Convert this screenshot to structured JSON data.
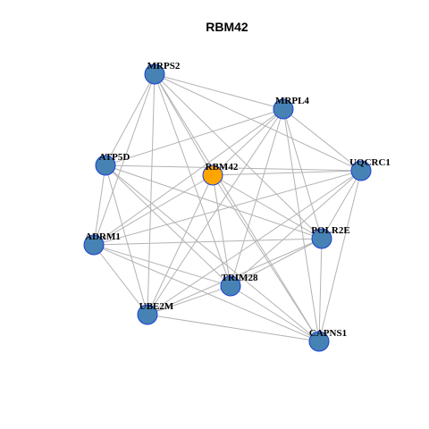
{
  "title": "RBM42",
  "colors": {
    "node_default": "#4682b4",
    "node_highlight": "#ffa500",
    "node_border": "#1a3fd6",
    "edge": "#b3b3b3"
  },
  "nodes": [
    {
      "id": "MRPS2",
      "label": "MRPS2",
      "highlight": false
    },
    {
      "id": "MRPL4",
      "label": "MRPL4",
      "highlight": false
    },
    {
      "id": "ATP5D",
      "label": "ATP5D",
      "highlight": false
    },
    {
      "id": "RBM42",
      "label": "RBM42",
      "highlight": true
    },
    {
      "id": "UQCRC1",
      "label": "UQCRC1",
      "highlight": false
    },
    {
      "id": "ADRM1",
      "label": "ADRM1",
      "highlight": false
    },
    {
      "id": "POLR2E",
      "label": "POLR2E",
      "highlight": false
    },
    {
      "id": "TRIM28",
      "label": "TRIM28",
      "highlight": false
    },
    {
      "id": "UBE2M",
      "label": "UBE2M",
      "highlight": false
    },
    {
      "id": "CAPNS1",
      "label": "CAPNS1",
      "highlight": false
    }
  ],
  "edges": [
    [
      "MRPS2",
      "MRPL4"
    ],
    [
      "MRPS2",
      "ATP5D"
    ],
    [
      "MRPS2",
      "ADRM1"
    ],
    [
      "MRPS2",
      "UBE2M"
    ],
    [
      "MRPS2",
      "TRIM28"
    ],
    [
      "MRPS2",
      "POLR2E"
    ],
    [
      "MRPS2",
      "UQCRC1"
    ],
    [
      "MRPS2",
      "CAPNS1"
    ],
    [
      "MRPS2",
      "RBM42"
    ],
    [
      "MRPL4",
      "ATP5D"
    ],
    [
      "MRPL4",
      "UQCRC1"
    ],
    [
      "MRPL4",
      "ADRM1"
    ],
    [
      "MRPL4",
      "UBE2M"
    ],
    [
      "MRPL4",
      "TRIM28"
    ],
    [
      "MRPL4",
      "POLR2E"
    ],
    [
      "MRPL4",
      "CAPNS1"
    ],
    [
      "MRPL4",
      "RBM42"
    ],
    [
      "ATP5D",
      "UQCRC1"
    ],
    [
      "ATP5D",
      "ADRM1"
    ],
    [
      "ATP5D",
      "UBE2M"
    ],
    [
      "ATP5D",
      "TRIM28"
    ],
    [
      "ATP5D",
      "POLR2E"
    ],
    [
      "ATP5D",
      "CAPNS1"
    ],
    [
      "RBM42",
      "UQCRC1"
    ],
    [
      "RBM42",
      "ADRM1"
    ],
    [
      "RBM42",
      "UBE2M"
    ],
    [
      "RBM42",
      "TRIM28"
    ],
    [
      "RBM42",
      "POLR2E"
    ],
    [
      "RBM42",
      "CAPNS1"
    ],
    [
      "UQCRC1",
      "ADRM1"
    ],
    [
      "UQCRC1",
      "UBE2M"
    ],
    [
      "UQCRC1",
      "TRIM28"
    ],
    [
      "UQCRC1",
      "POLR2E"
    ],
    [
      "UQCRC1",
      "CAPNS1"
    ],
    [
      "ADRM1",
      "POLR2E"
    ],
    [
      "ADRM1",
      "TRIM28"
    ],
    [
      "ADRM1",
      "UBE2M"
    ],
    [
      "ADRM1",
      "CAPNS1"
    ],
    [
      "POLR2E",
      "TRIM28"
    ],
    [
      "POLR2E",
      "UBE2M"
    ],
    [
      "POLR2E",
      "CAPNS1"
    ],
    [
      "TRIM28",
      "UBE2M"
    ],
    [
      "TRIM28",
      "CAPNS1"
    ],
    [
      "UBE2M",
      "CAPNS1"
    ]
  ]
}
